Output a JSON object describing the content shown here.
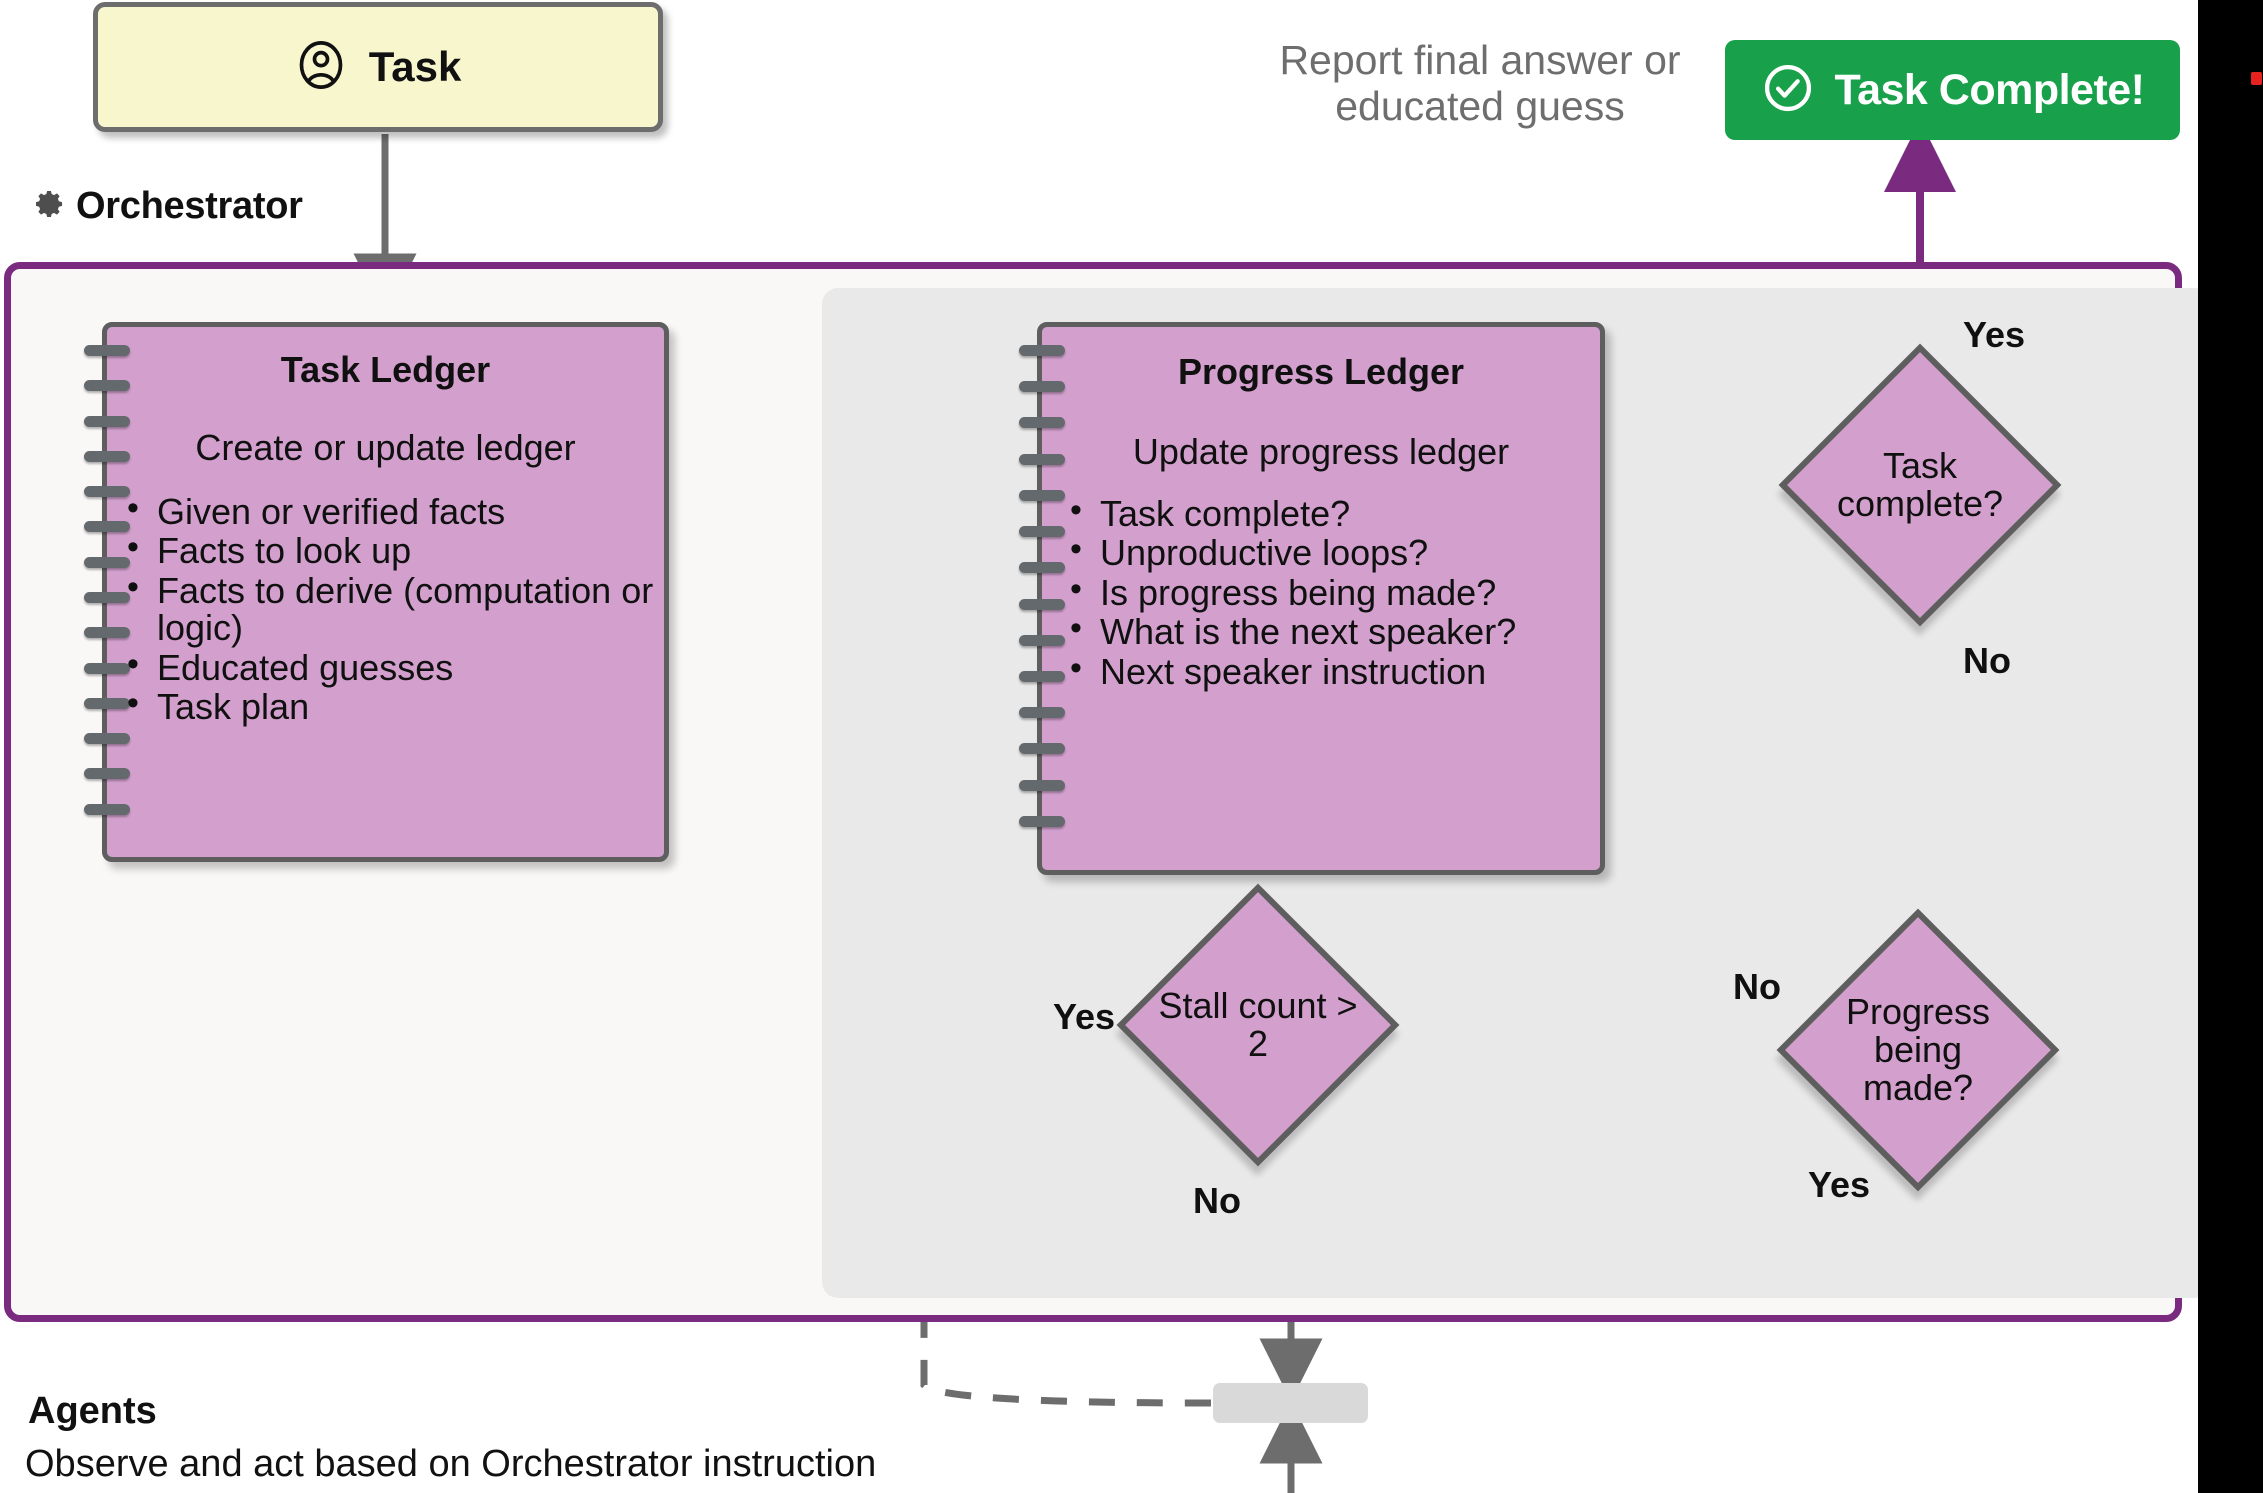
{
  "theme": {
    "purple": "#7a2b7f",
    "pink_fill": "#d3a0ce",
    "green": "#18a04a",
    "task_yellow": "#f7f6cd",
    "gray_stroke": "#6d6d6d",
    "panel_bg": "#e9e9e9",
    "container_bg": "#faf8f7",
    "gutter": "#000000",
    "accent_red": "#e8231f"
  },
  "task_card": {
    "label": "Task",
    "icon": "user-circle-icon"
  },
  "orchestrator": {
    "label": "Orchestrator",
    "icon": "gear-icon"
  },
  "report": {
    "line1": "Report final answer or",
    "line2": "educated guess"
  },
  "task_complete_badge": {
    "label": "Task Complete!",
    "icon": "check-circle-icon"
  },
  "task_ledger": {
    "title": "Task Ledger",
    "subtitle": "Create or update ledger",
    "items": [
      "Given or verified facts",
      "Facts to look up",
      "Facts to derive (computation or logic)",
      "Educated guesses",
      "Task plan"
    ]
  },
  "progress_ledger": {
    "title": "Progress Ledger",
    "subtitle": "Update progress ledger",
    "items": [
      "Task complete?",
      "Unproductive loops?",
      "Is progress being made?",
      "What is the next speaker?",
      "Next speaker instruction"
    ]
  },
  "decisions": {
    "task_complete": {
      "label": "Task complete?",
      "yes": "Yes",
      "no": "No"
    },
    "progress_made": {
      "label": "Progress being made?",
      "yes": "Yes",
      "no": "No"
    },
    "stall": {
      "label": "Stall count > 2",
      "yes": "Yes",
      "no": "No"
    }
  },
  "agents": {
    "title": "Agents",
    "subtitle": "Observe and act based on Orchestrator instruction"
  }
}
